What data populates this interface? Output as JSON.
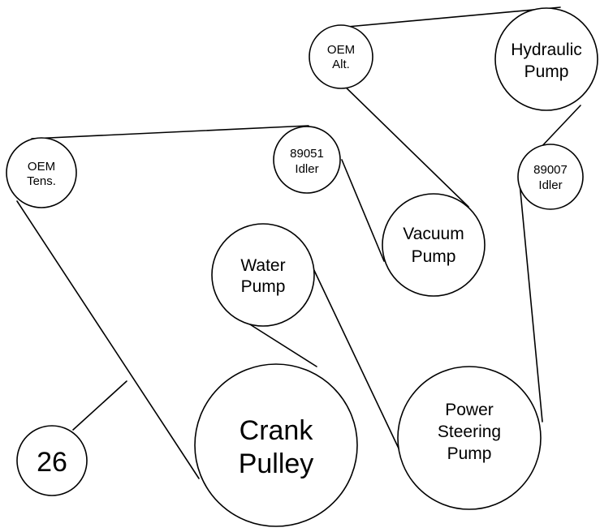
{
  "diagram": {
    "belt_color": "#000000",
    "background": "#ffffff",
    "pulleys": {
      "oem_tens": [
        "OEM",
        "Tens."
      ],
      "idler_89051": [
        "89051",
        "Idler"
      ],
      "water_pump": [
        "Water",
        "Pump"
      ],
      "crank_pulley": [
        "Crank",
        "Pulley"
      ],
      "oem_alt": [
        "OEM",
        "Alt."
      ],
      "hydraulic_pump": [
        "Hydraulic",
        "Pump"
      ],
      "idler_89007": [
        "89007",
        "Idler"
      ],
      "vacuum_pump": [
        "Vacuum",
        "Pump"
      ],
      "power_steering_pump": [
        "Power",
        "Steering",
        "Pump"
      ]
    },
    "callout": "26"
  }
}
